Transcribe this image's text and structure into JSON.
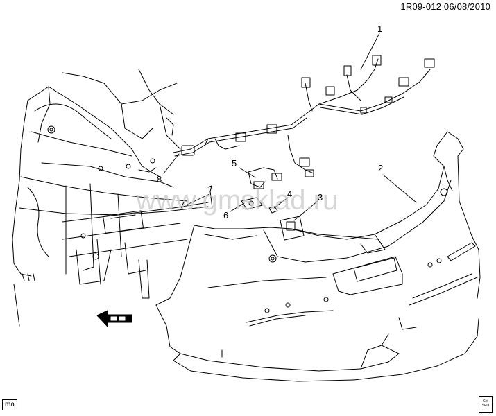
{
  "header": {
    "reference": "1R09-012  06/08/2010"
  },
  "footer": {
    "ma_badge": "ma",
    "logo_text": "GM SPO"
  },
  "watermark": {
    "text": "www.gmsklad.ru"
  },
  "callouts": [
    {
      "number": "1"
    },
    {
      "number": "2"
    },
    {
      "number": "3"
    },
    {
      "number": "4"
    },
    {
      "number": "5"
    },
    {
      "number": "6"
    },
    {
      "number": "7"
    },
    {
      "number": "8"
    }
  ]
}
